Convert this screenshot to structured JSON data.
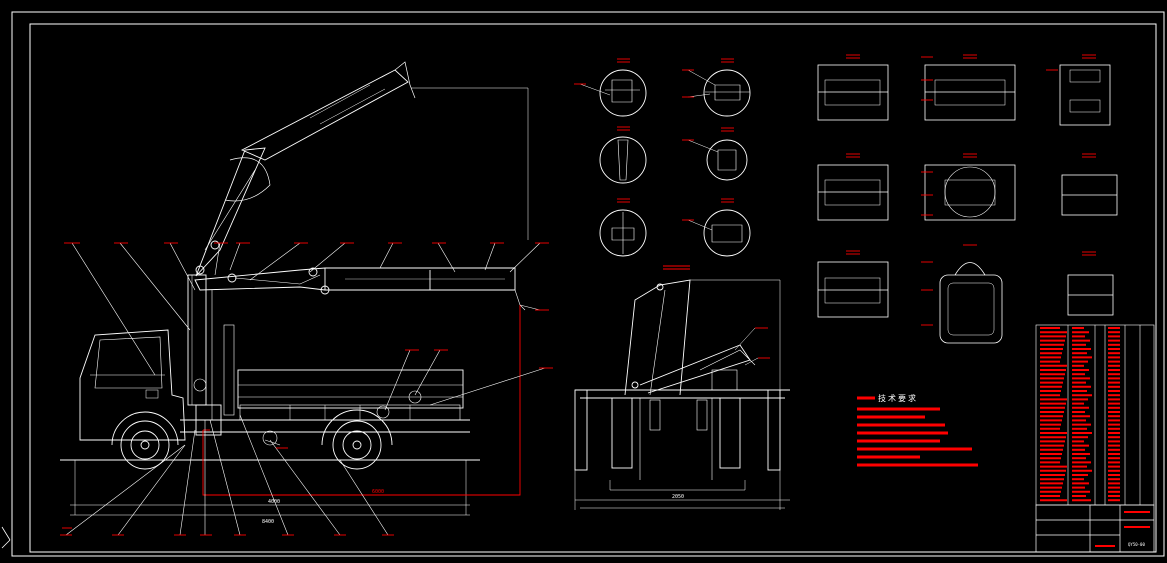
{
  "drawing": {
    "background": "#000000",
    "line_color": "#ffffff",
    "leader_color": "#ffffff",
    "annotation_color": "#ff0000",
    "views": [
      "truck-crane-side-elevation",
      "crane-rear-elevation",
      "detail-circles",
      "section-details",
      "technical-requirements",
      "parts-list-table",
      "title-block"
    ]
  },
  "technical_requirements": {
    "heading": "技术要求",
    "line_count": 8
  },
  "dimensions": {
    "overall_length": "8400",
    "rear_width": "2050",
    "boom_reach": "6000",
    "wheelbase": "4000"
  },
  "title_block": {
    "code": "QY50-00"
  }
}
